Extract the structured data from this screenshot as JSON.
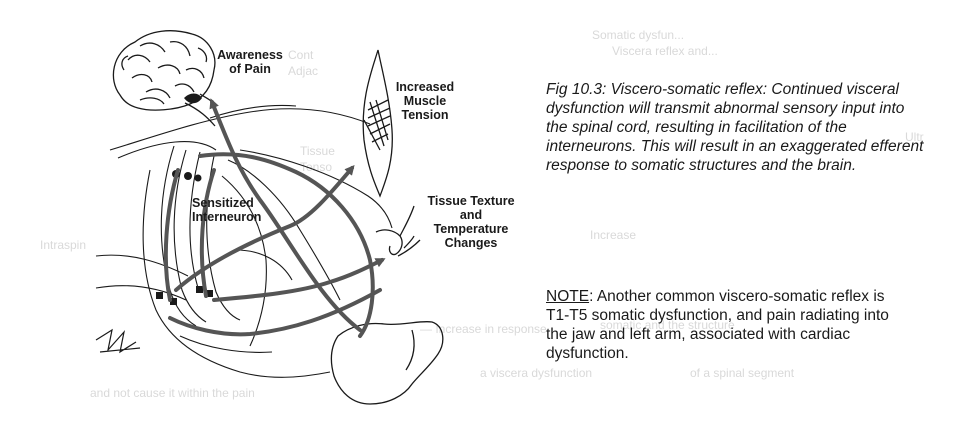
{
  "labels": {
    "awareness": [
      "Awareness",
      "of Pain"
    ],
    "muscle": [
      "Increased",
      "Muscle",
      "Tension"
    ],
    "tissue": [
      "Tissue Texture",
      "and",
      "Temperature",
      "Changes"
    ],
    "interneuron": [
      "Sensitized",
      "Interneuron"
    ]
  },
  "caption": "Fig 10.3: Viscero-somatic reflex: Continued visceral dysfunction will transmit abnormal sensory input into the spinal cord, resulting in facilitation of the interneurons.  This will result in an exaggerated efferent response to somatic structures and the brain.",
  "note": {
    "heading": "NOTE",
    "body": ": Another common viscero-somatic reflex is T1-T5 somatic dysfunction, and pain radiating into the jaw and left arm, associated with cardiac dysfunction."
  },
  "colors": {
    "ink": "#1a1a1a",
    "arrow": "#555555",
    "bleed": "#d9d9d9"
  }
}
